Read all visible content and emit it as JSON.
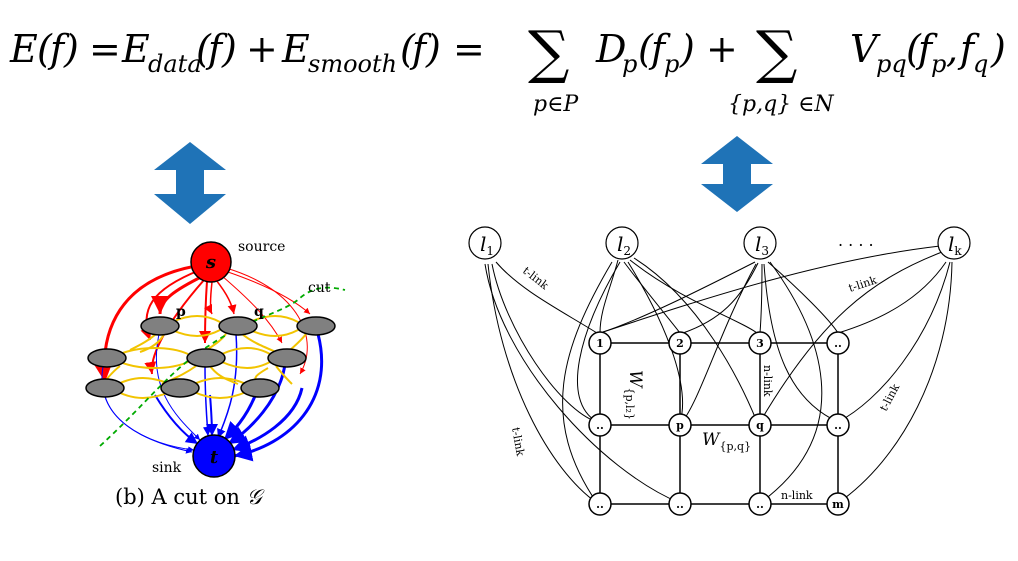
{
  "equation": {
    "E": "E",
    "open": "(",
    "f": "f",
    "close": ")",
    "eq": "=",
    "plus": "+",
    "sum": "∑",
    "data_sub": "data",
    "smooth_sub": "smooth",
    "D": "D",
    "p": "p",
    "V": "V",
    "pq": "pq",
    "q": "q",
    "comma": ",",
    "sum1_index": "p∈P",
    "sum2_index": "{p,q} ∈N"
  },
  "left_graph": {
    "source_node": "s",
    "sink_node": "t",
    "source_label": "source",
    "sink_label": "sink",
    "cut_label": "cut",
    "p_label": "p",
    "q_label": "q",
    "caption_prefix": "(b) A cut on ",
    "caption_symbol": "𝒢",
    "colors": {
      "source": "#ff0000",
      "sink": "#0000ff",
      "cut": "#00aa00",
      "nlink": "#f2c400",
      "node": "#808080"
    }
  },
  "right_graph": {
    "labels": [
      {
        "main": "l",
        "sub": "1"
      },
      {
        "main": "l",
        "sub": "2"
      },
      {
        "main": "l",
        "sub": "3"
      },
      {
        "main": "l",
        "sub": "k"
      }
    ],
    "dots": ". . . .",
    "grid_row1": [
      "1",
      "2",
      "3",
      ".."
    ],
    "grid_row2": [
      "..",
      "p",
      "q",
      ".."
    ],
    "grid_row3": [
      "..",
      "..",
      "..",
      "m"
    ],
    "t_link": "t-link",
    "n_link": "n-link",
    "w_p_l2_main": "W",
    "w_p_l2_sub": "{p,l₂}",
    "w_pq_main": "W",
    "w_pq_sub": "{p,q}"
  },
  "arrow_color": "#1f73b7"
}
